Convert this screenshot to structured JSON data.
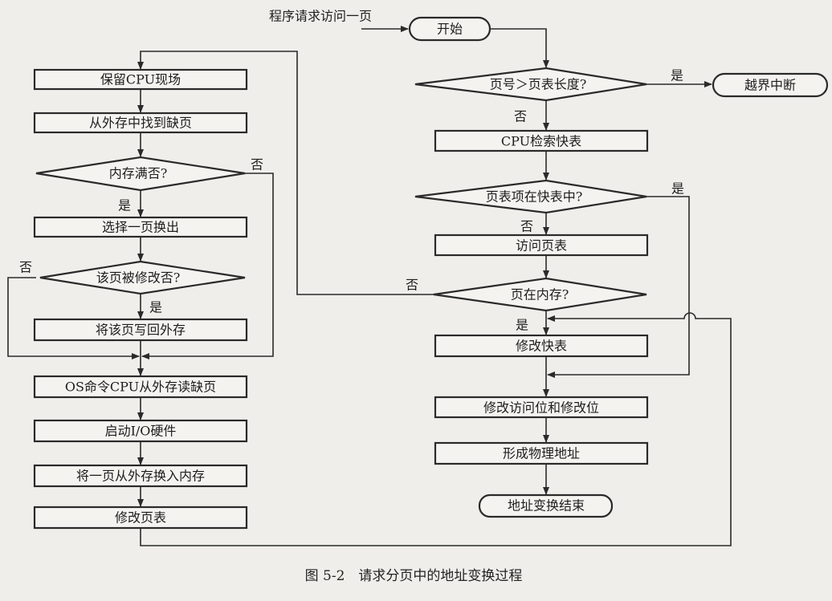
{
  "entry_label": "程序请求访问一页",
  "start": "开始",
  "right_flow": {
    "d_page_len": "页号＞页表长度?",
    "interrupt": "越界中断",
    "cpu_search_tlb": "CPU检索快表",
    "d_in_tlb": "页表项在快表中?",
    "access_page_table": "访问页表",
    "d_in_memory": "页在内存?",
    "modify_tlb": "修改快表",
    "modify_bits": "修改访问位和修改位",
    "physical_addr": "形成物理地址",
    "end": "地址变换结束"
  },
  "left_flow": {
    "save_cpu": "保留CPU现场",
    "find_page": "从外存中找到缺页",
    "d_mem_full": "内存满否?",
    "select_out": "选择一页换出",
    "d_modified": "该页被修改否?",
    "write_back": "将该页写回外存",
    "os_read": "OS命令CPU从外存读缺页",
    "start_io": "启动I/O硬件",
    "swap_in": "将一页从外存换入内存",
    "modify_pt": "修改页表"
  },
  "labels": {
    "yes": "是",
    "no": "否"
  },
  "caption": "图 5-2　请求分页中的地址变换过程"
}
